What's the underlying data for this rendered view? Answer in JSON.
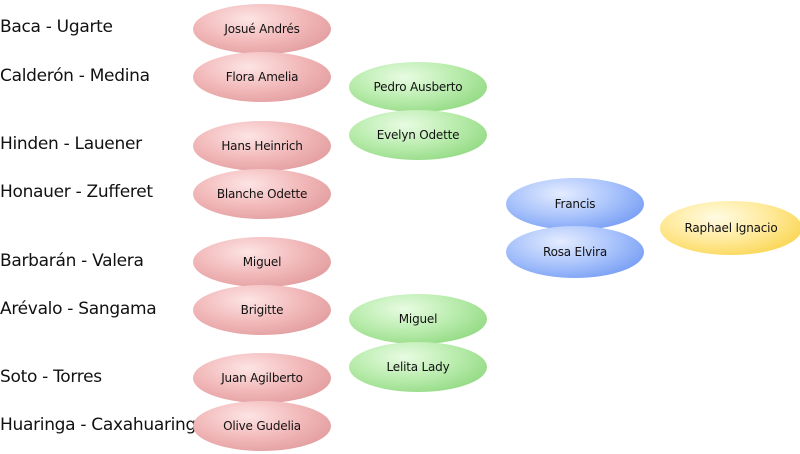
{
  "families": [
    "Baca - Ugarte",
    "Calderón - Medina",
    "Hinden - Lauener",
    "Honauer - Zufferet",
    "Barbarán - Valera",
    "Arévalo - Sangama",
    "Soto - Torres",
    "Huaringa - Caxahuaringa"
  ],
  "great_grandparents": [
    "Josué Andrés",
    "Flora Amelia",
    "Hans Heinrich",
    "Blanche Odette",
    "Miguel",
    "Brigitte",
    "Juan Agilberto",
    "Olive Gudelia"
  ],
  "grandparents": [
    "Pedro Ausberto",
    "Evelyn Odette",
    "Miguel",
    "Lelita Lady"
  ],
  "parents": [
    "Francis",
    "Rosa Elvira"
  ],
  "subject": "Raphael Ignacio",
  "colors": {
    "great_grandparent": "#f2b9ba",
    "grandparent": "#b9ecad",
    "parent": "#a9c3fb",
    "subject": "#ffe998"
  }
}
